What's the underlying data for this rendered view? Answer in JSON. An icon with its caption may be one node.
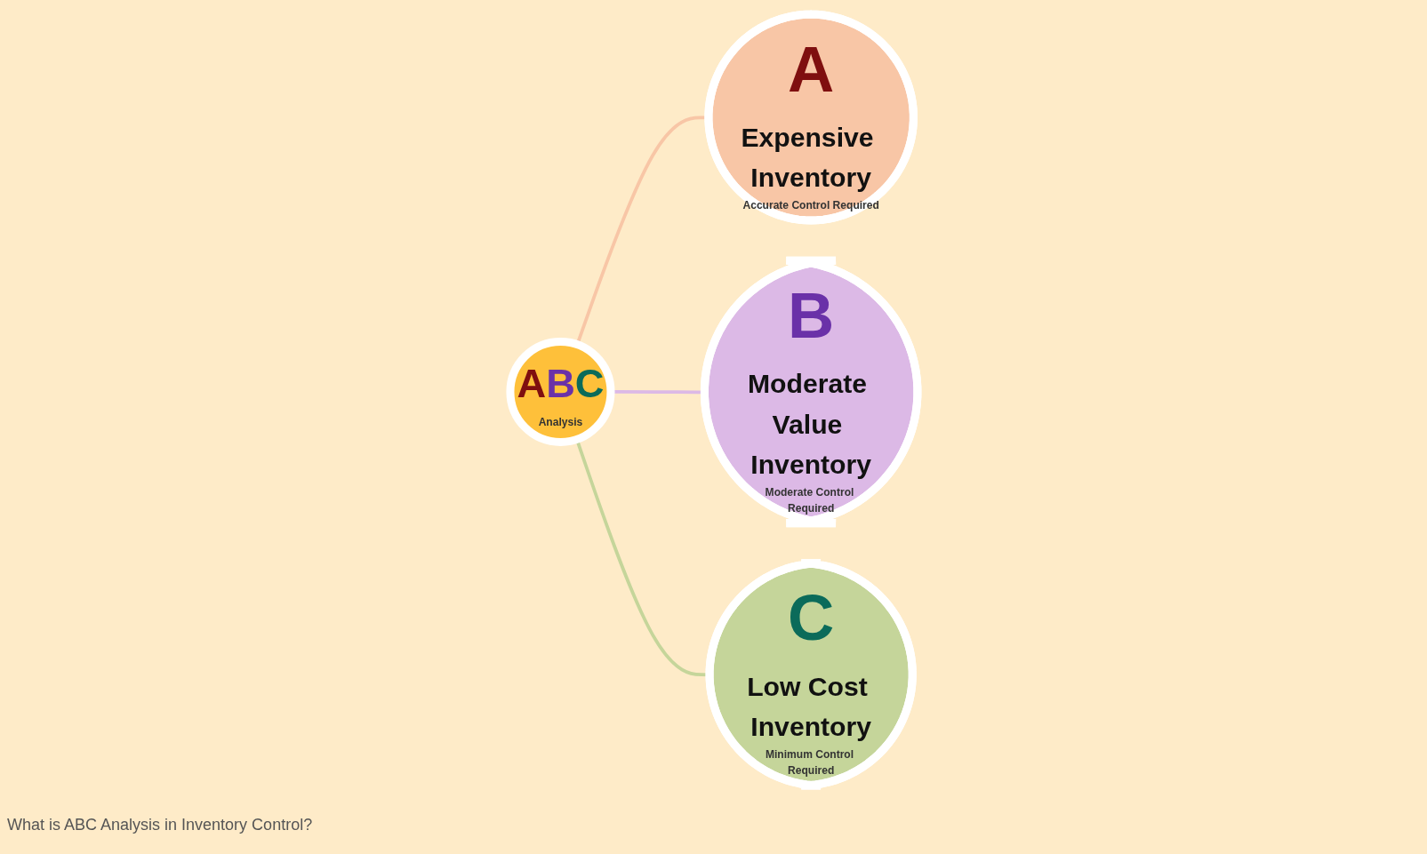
{
  "diagram": {
    "caption": "What is ABC Analysis in Inventory Control?",
    "nodes": [
      {
        "text": [
          "ABC",
          "Analysis"
        ]
      },
      {
        "text": [
          "A",
          "Expensive Inventory",
          "Accurate Control Required"
        ]
      },
      {
        "text": [
          "B",
          "Moderate Value Inventory",
          "Moderate Control Required"
        ]
      },
      {
        "text": [
          "C",
          "Low Cost Inventory",
          "Minimum Control Required"
        ]
      }
    ],
    "edges": [
      {
        "from": 0,
        "to": 1,
        "arrow": "none",
        "color": "#f8c6a6"
      },
      {
        "from": 0,
        "to": 2,
        "arrow": "none",
        "color": "#dcb9e6"
      },
      {
        "from": 0,
        "to": 3,
        "arrow": "none",
        "color": "#c5d59a"
      }
    ]
  }
}
